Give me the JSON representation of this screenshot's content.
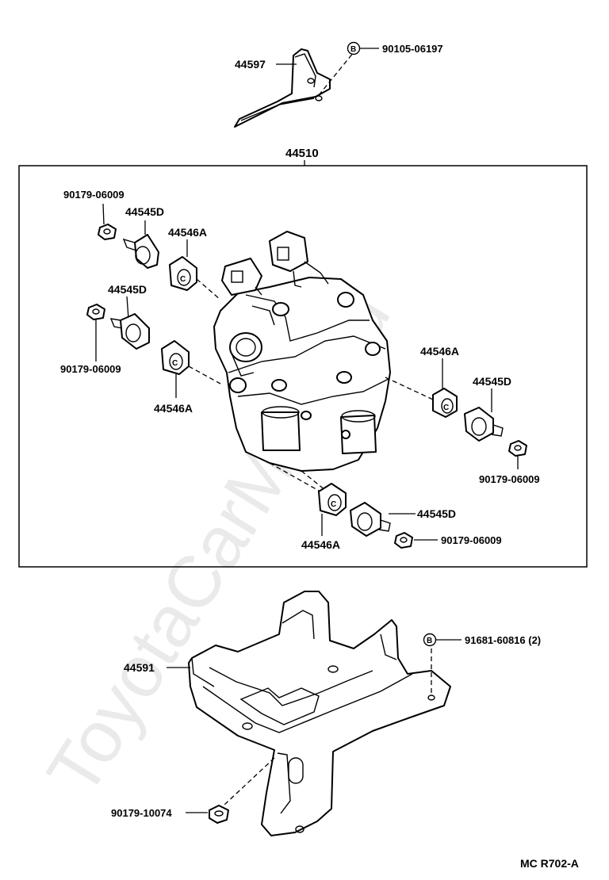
{
  "watermark": "ToyotaCarMine.ru",
  "footer_code": "MC R702-A",
  "assembly_label": "44510",
  "bolt_marker": "B",
  "labels": {
    "bracket_top": "44597",
    "bolt_top": "90105-06197",
    "screw_ul": "90179-06009",
    "plug_ul": "44545D",
    "seal_ul": "44546A",
    "plug_ml": "44545D",
    "screw_ml": "90179-06009",
    "seal_ml": "44546A",
    "seal_r": "44546A",
    "plug_r": "44545D",
    "screw_r": "90179-06009",
    "plug_b": "44545D",
    "screw_b": "90179-06009",
    "seal_b": "44546A",
    "bracket_lower": "44591",
    "bolt_lower": "91681-60816 (2)",
    "nut_lower": "90179-10074"
  }
}
